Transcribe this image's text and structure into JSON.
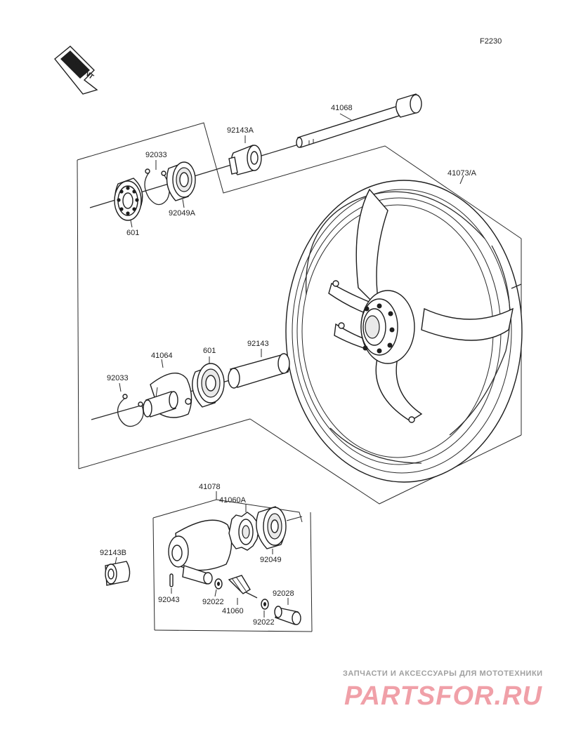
{
  "figure_code": "F2230",
  "front_label": "FRONT",
  "parts": {
    "axle": "41068",
    "collar_92143A": "92143A",
    "wheel": "41073/A",
    "circlip_top": "92033",
    "bearing_top": "601",
    "seal_top": "92049A",
    "circlip_mid": "92033",
    "hub_cover": "41064",
    "bearing_mid": "601",
    "spacer": "92143",
    "gear_housing": "41078",
    "drive_gear": "41060A",
    "seal_bottom": "92049",
    "collar_92143B": "92143B",
    "pin": "92043",
    "washer_left": "92022",
    "pinion": "41060",
    "bushing": "92028",
    "washer_right": "92022"
  },
  "watermark": {
    "tagline": "ЗАПЧАСТИ И АКСЕССУАРЫ ДЛЯ МОТОТЕХНИКИ",
    "logo": "PARTSFOR.RU"
  },
  "colors": {
    "line": "#1e1e1e",
    "watermark_text": "#a0a0a0",
    "watermark_logo": "#f0a0a8"
  }
}
